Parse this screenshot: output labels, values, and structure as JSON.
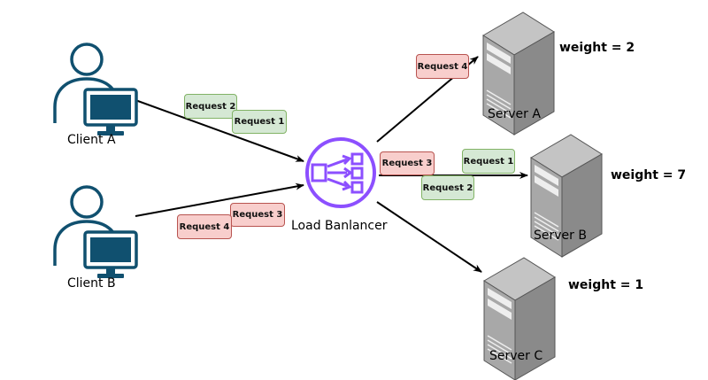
{
  "colors": {
    "client_icon": "#10506f",
    "load_balancer": "#8c4fff",
    "request_green_fill": "#d5e8d4",
    "request_green_stroke": "#82b366",
    "request_red_fill": "#f8cecc",
    "request_red_stroke": "#b85450",
    "server_front": "#a6a6a6",
    "server_side": "#8a8a8a",
    "server_top": "#c4c4c4",
    "arrow": "#000000"
  },
  "clients": [
    {
      "id": "client-a",
      "label": "Client A",
      "icon": "user-computer-icon"
    },
    {
      "id": "client-b",
      "label": "Client B",
      "icon": "user-computer-icon"
    }
  ],
  "load_balancer": {
    "label": "Load Banlancer",
    "icon": "load-balancer-icon"
  },
  "servers": [
    {
      "id": "server-a",
      "label": "Server A",
      "weight_label": "weight = 2",
      "weight": 2,
      "icon": "server-icon"
    },
    {
      "id": "server-b",
      "label": "Server B",
      "weight_label": "weight = 7",
      "weight": 7,
      "icon": "server-icon"
    },
    {
      "id": "server-c",
      "label": "Server C",
      "weight_label": "weight = 1",
      "weight": 1,
      "icon": "server-icon"
    }
  ],
  "requests": {
    "client_a": [
      {
        "label": "Request 2",
        "color": "green"
      },
      {
        "label": "Request 1",
        "color": "green"
      }
    ],
    "client_b": [
      {
        "label": "Request 3",
        "color": "red"
      },
      {
        "label": "Request 4",
        "color": "red"
      }
    ],
    "to_server_a": [
      {
        "label": "Request 4",
        "color": "red"
      }
    ],
    "to_server_b": [
      {
        "label": "Request 3",
        "color": "red"
      },
      {
        "label": "Request 1",
        "color": "green"
      },
      {
        "label": "Request 2",
        "color": "green"
      }
    ]
  }
}
